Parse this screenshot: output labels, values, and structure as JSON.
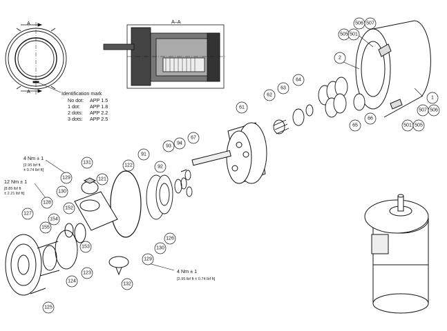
{
  "section_label": "A–A",
  "section_marks": {
    "top": "A",
    "bottom": "A"
  },
  "identification": {
    "title": "Identification mark",
    "rows": [
      {
        "dots": "No dot:",
        "model": "APP 1.5"
      },
      {
        "dots": "1 dot:",
        "model": "APP 1.8"
      },
      {
        "dots": "2 dots:",
        "model": "APP 2.2"
      },
      {
        "dots": "3 dots:",
        "model": "APP 2.5"
      }
    ]
  },
  "torques": [
    {
      "value": "4 Nm ± 1",
      "lines": [
        "[2.95 lbf ft",
        "± 0.74 lbf ft]"
      ]
    },
    {
      "value": "12 Nm ± 1",
      "lines": [
        "[8.85 lbf ft",
        "± 2.21 lbf ft]"
      ]
    },
    {
      "value": "4 Nm  ± 1",
      "lines": [
        "[2.95 lbf ft ± 0.74 lbf ft]"
      ]
    }
  ],
  "callouts": [
    "1",
    "2",
    "505",
    "501",
    "506",
    "507",
    "507",
    "506",
    "501",
    "505",
    "61",
    "62",
    "63",
    "64",
    "65",
    "66",
    "67",
    "91",
    "92",
    "93",
    "94",
    "121",
    "122",
    "123",
    "124",
    "125",
    "126",
    "127",
    "128",
    "129",
    "129",
    "130",
    "130",
    "131",
    "132",
    "152",
    "153",
    "154",
    "155"
  ]
}
